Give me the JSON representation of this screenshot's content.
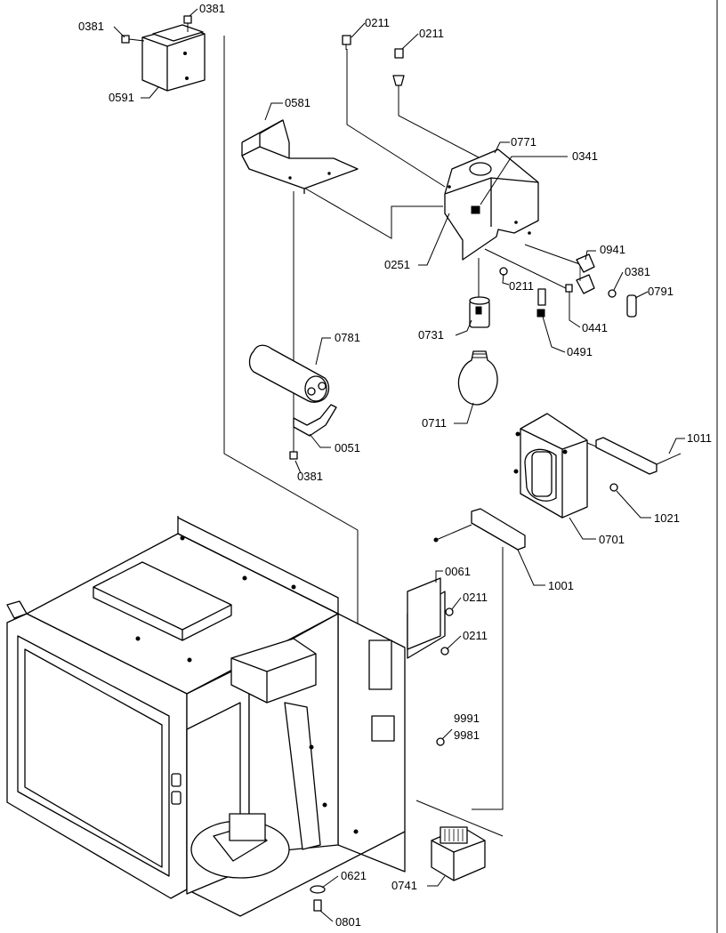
{
  "labels": {
    "p0381a": "0381",
    "p0381b": "0381",
    "p0591": "0591",
    "p0211a": "0211",
    "p0211b": "0211",
    "p0581": "0581",
    "p0771": "0771",
    "p0341": "0341",
    "p0251": "0251",
    "p0211c": "0211",
    "p0941": "0941",
    "p0381c": "0381",
    "p0791": "0791",
    "p0441": "0441",
    "p0731": "0731",
    "p0491": "0491",
    "p0781": "0781",
    "p0711": "0711",
    "p0051": "0051",
    "p0381d": "0381",
    "p1011": "1011",
    "p1021": "1021",
    "p0701": "0701",
    "p1001": "1001",
    "p0061": "0061",
    "p0211d": "0211",
    "p0211e": "0211",
    "p9991": "9991",
    "p9981": "9981",
    "p0621": "0621",
    "p0741": "0741",
    "p0801": "0801"
  }
}
